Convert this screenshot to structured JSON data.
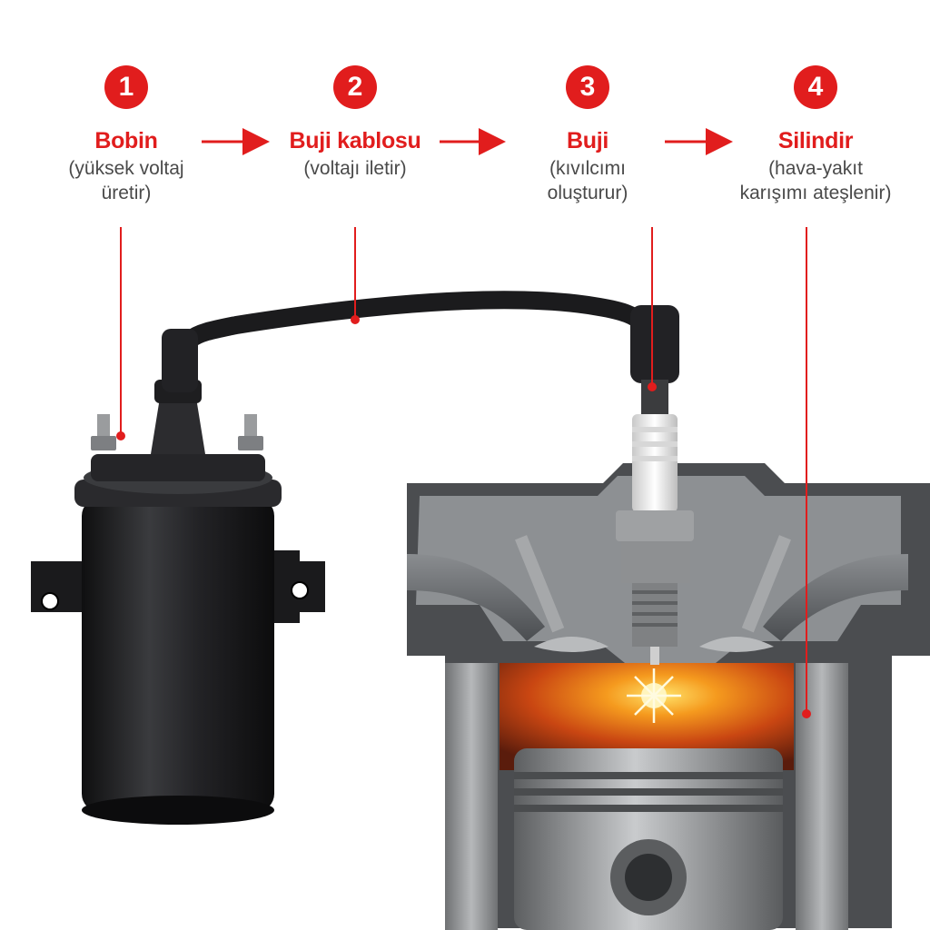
{
  "colors": {
    "accent": "#e11d1d",
    "text": "#4a4a4a",
    "coil": "#1f1f21",
    "metal": "#9a9c9e",
    "flame": "#f07b1a"
  },
  "steps": [
    {
      "number": "1",
      "title": "Bobin",
      "description": "(yüksek voltaj\nüretir)"
    },
    {
      "number": "2",
      "title": "Buji kablosu",
      "description": "(voltajı iletir)"
    },
    {
      "number": "3",
      "title": "Buji",
      "description": "(kıvılcımı\noluşturur)"
    },
    {
      "number": "4",
      "title": "Silindir",
      "description": "(hava-yakıt\nkarışımı ateşlenir)"
    }
  ],
  "icons": {
    "flow_arrow": "arrow-right-icon",
    "spark": "spark-icon"
  }
}
